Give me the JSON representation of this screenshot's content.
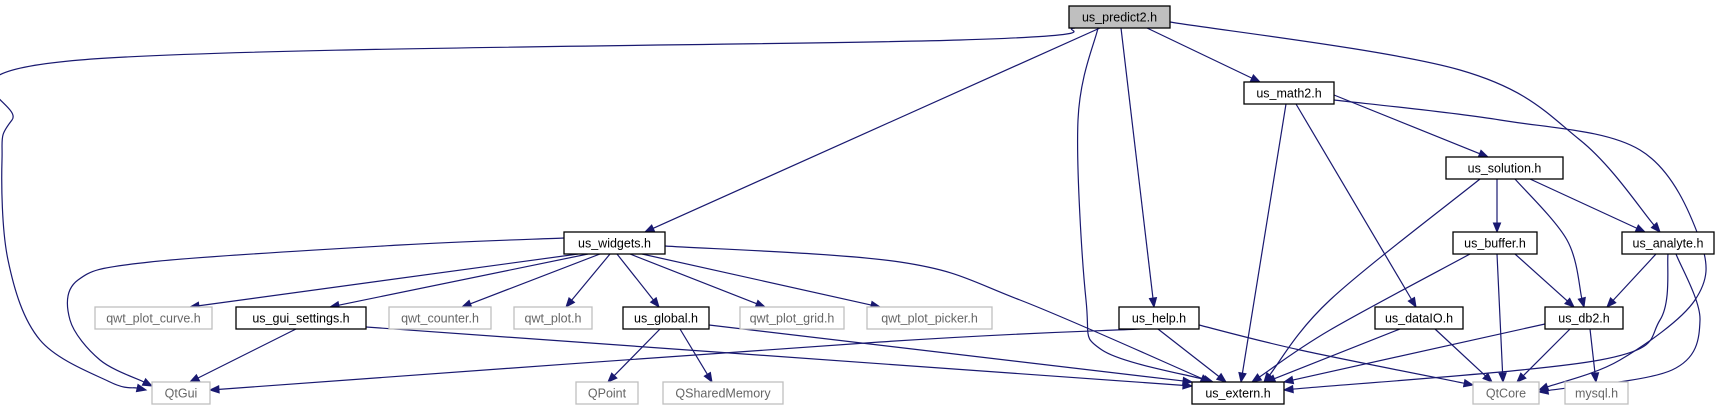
{
  "diagram": {
    "kind": "include-dependency-graph",
    "colors": {
      "edge": "#191970",
      "root_fill": "#bfbfbf",
      "node_border": "#000000",
      "external_border": "#bfbfbf",
      "external_text": "#666666"
    },
    "nodes": [
      {
        "id": "us_predict2",
        "label": "us_predict2.h",
        "style": "root"
      },
      {
        "id": "us_math2",
        "label": "us_math2.h",
        "style": "normal"
      },
      {
        "id": "us_solution",
        "label": "us_solution.h",
        "style": "normal"
      },
      {
        "id": "us_widgets",
        "label": "us_widgets.h",
        "style": "normal"
      },
      {
        "id": "us_buffer",
        "label": "us_buffer.h",
        "style": "normal"
      },
      {
        "id": "us_analyte",
        "label": "us_analyte.h",
        "style": "normal"
      },
      {
        "id": "qwt_plot_curve",
        "label": "qwt_plot_curve.h",
        "style": "external"
      },
      {
        "id": "us_gui_settings",
        "label": "us_gui_settings.h",
        "style": "normal"
      },
      {
        "id": "qwt_counter",
        "label": "qwt_counter.h",
        "style": "external"
      },
      {
        "id": "qwt_plot",
        "label": "qwt_plot.h",
        "style": "external"
      },
      {
        "id": "us_global",
        "label": "us_global.h",
        "style": "normal"
      },
      {
        "id": "qwt_plot_grid",
        "label": "qwt_plot_grid.h",
        "style": "external"
      },
      {
        "id": "qwt_plot_picker",
        "label": "qwt_plot_picker.h",
        "style": "external"
      },
      {
        "id": "us_help",
        "label": "us_help.h",
        "style": "normal"
      },
      {
        "id": "us_dataIO",
        "label": "us_dataIO.h",
        "style": "normal"
      },
      {
        "id": "us_db2",
        "label": "us_db2.h",
        "style": "normal"
      },
      {
        "id": "QtGui",
        "label": "QtGui",
        "style": "external"
      },
      {
        "id": "QPoint",
        "label": "QPoint",
        "style": "external"
      },
      {
        "id": "QSharedMemory",
        "label": "QSharedMemory",
        "style": "external"
      },
      {
        "id": "us_extern",
        "label": "us_extern.h",
        "style": "normal"
      },
      {
        "id": "QtCore",
        "label": "QtCore",
        "style": "external"
      },
      {
        "id": "mysql",
        "label": "mysql.h",
        "style": "external"
      }
    ],
    "edges": [
      {
        "from": "us_predict2",
        "to": "QtGui"
      },
      {
        "from": "us_predict2",
        "to": "us_widgets"
      },
      {
        "from": "us_predict2",
        "to": "us_extern"
      },
      {
        "from": "us_predict2",
        "to": "us_help"
      },
      {
        "from": "us_predict2",
        "to": "us_math2"
      },
      {
        "from": "us_predict2",
        "to": "us_analyte"
      },
      {
        "from": "us_math2",
        "to": "us_solution"
      },
      {
        "from": "us_math2",
        "to": "us_extern"
      },
      {
        "from": "us_math2",
        "to": "us_dataIO"
      },
      {
        "from": "us_math2",
        "to": "QtCore"
      },
      {
        "from": "us_solution",
        "to": "us_buffer"
      },
      {
        "from": "us_solution",
        "to": "us_analyte"
      },
      {
        "from": "us_solution",
        "to": "us_db2"
      },
      {
        "from": "us_solution",
        "to": "us_extern"
      },
      {
        "from": "us_widgets",
        "to": "QtGui"
      },
      {
        "from": "us_widgets",
        "to": "qwt_plot_curve"
      },
      {
        "from": "us_widgets",
        "to": "us_gui_settings"
      },
      {
        "from": "us_widgets",
        "to": "qwt_counter"
      },
      {
        "from": "us_widgets",
        "to": "qwt_plot"
      },
      {
        "from": "us_widgets",
        "to": "us_global"
      },
      {
        "from": "us_widgets",
        "to": "qwt_plot_grid"
      },
      {
        "from": "us_widgets",
        "to": "qwt_plot_picker"
      },
      {
        "from": "us_widgets",
        "to": "us_extern"
      },
      {
        "from": "us_buffer",
        "to": "us_extern"
      },
      {
        "from": "us_buffer",
        "to": "QtCore"
      },
      {
        "from": "us_buffer",
        "to": "us_db2"
      },
      {
        "from": "us_analyte",
        "to": "us_db2"
      },
      {
        "from": "us_analyte",
        "to": "us_extern"
      },
      {
        "from": "us_analyte",
        "to": "QtCore"
      },
      {
        "from": "us_gui_settings",
        "to": "QtGui"
      },
      {
        "from": "us_gui_settings",
        "to": "us_extern"
      },
      {
        "from": "us_global",
        "to": "QPoint"
      },
      {
        "from": "us_global",
        "to": "QSharedMemory"
      },
      {
        "from": "us_global",
        "to": "us_extern"
      },
      {
        "from": "us_help",
        "to": "QtGui"
      },
      {
        "from": "us_help",
        "to": "us_extern"
      },
      {
        "from": "us_help",
        "to": "QtCore"
      },
      {
        "from": "us_dataIO",
        "to": "us_extern"
      },
      {
        "from": "us_dataIO",
        "to": "QtCore"
      },
      {
        "from": "us_db2",
        "to": "us_extern"
      },
      {
        "from": "us_db2",
        "to": "QtCore"
      },
      {
        "from": "us_db2",
        "to": "mysql"
      }
    ]
  }
}
